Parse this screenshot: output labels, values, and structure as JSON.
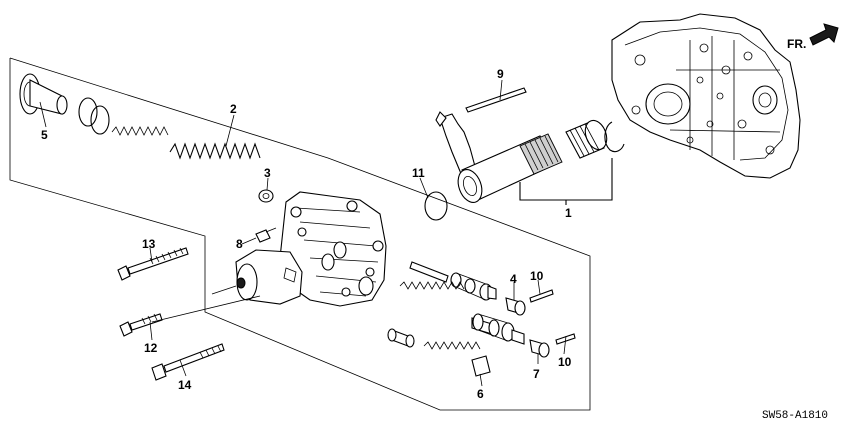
{
  "diagram": {
    "drawing_code": "SW58-A1810",
    "direction_label": "FR.",
    "callouts": {
      "c1": "1",
      "c2": "2",
      "c3": "3",
      "c4": "4",
      "c5": "5",
      "c6": "6",
      "c7": "7",
      "c8": "8",
      "c9": "9",
      "c10a": "10",
      "c10b": "10",
      "c11": "11",
      "c12": "12",
      "c13": "13",
      "c14": "14"
    }
  }
}
